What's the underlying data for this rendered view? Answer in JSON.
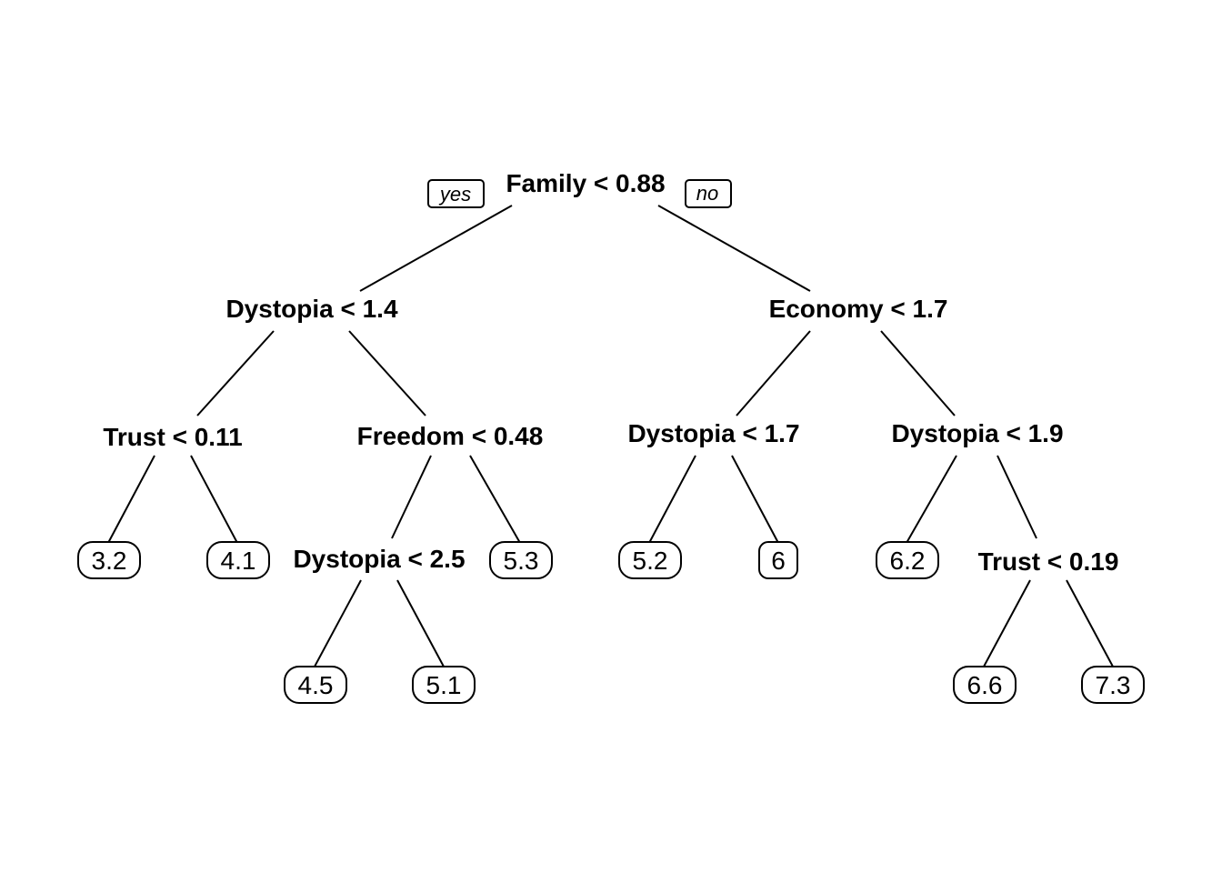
{
  "branch_labels": {
    "yes": "yes",
    "no": "no"
  },
  "splits": {
    "root": "Family < 0.88",
    "l": "Dystopia < 1.4",
    "r": "Economy < 1.7",
    "ll": "Trust < 0.11",
    "lr": "Freedom < 0.48",
    "rl": "Dystopia < 1.7",
    "rr": "Dystopia < 1.9",
    "lrl": "Dystopia < 2.5",
    "rrr": "Trust < 0.19"
  },
  "leaves": {
    "lll": "3.2",
    "llr": "4.1",
    "lrll": "4.5",
    "lrlr": "5.1",
    "lrr": "5.3",
    "rll": "5.2",
    "rlr": "6",
    "rrl": "6.2",
    "rrrl": "6.6",
    "rrrr": "7.3"
  }
}
